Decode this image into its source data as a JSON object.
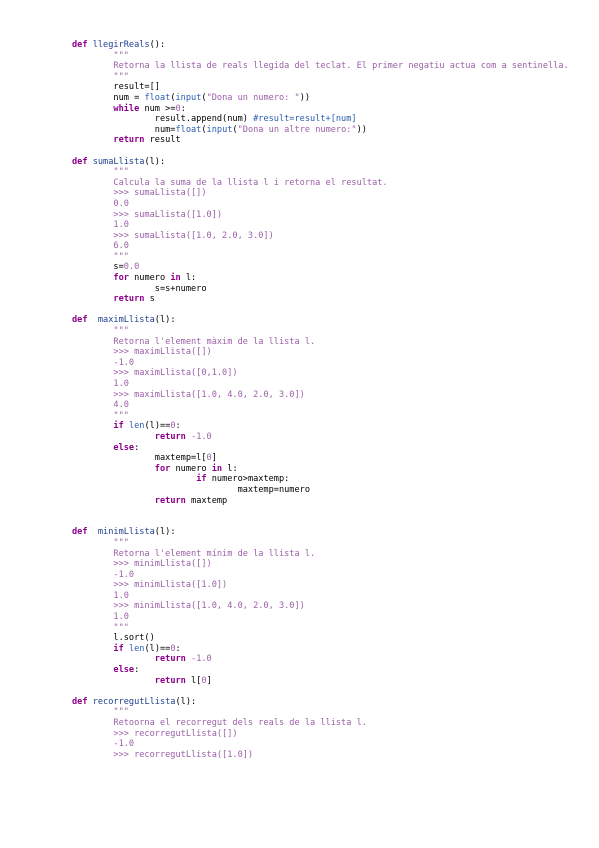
{
  "code_lines": [
    [
      {
        "t": "def ",
        "c": "kw"
      },
      {
        "t": "llegirReals",
        "c": "fn"
      },
      {
        "t": "():",
        "c": "plain"
      }
    ],
    [
      {
        "t": "        \"\"\"",
        "c": "doc"
      }
    ],
    [
      {
        "t": "        Retorna la llista de reals llegida del teclat. El primer negatiu actua com a sentinella.",
        "c": "doc",
        "wrap": true
      }
    ],
    [
      {
        "t": "        \"\"\"",
        "c": "doc"
      }
    ],
    [
      {
        "t": "        result=[]",
        "c": "plain"
      }
    ],
    [
      {
        "t": "        num = ",
        "c": "plain"
      },
      {
        "t": "float",
        "c": "builtin"
      },
      {
        "t": "(",
        "c": "plain"
      },
      {
        "t": "input",
        "c": "builtin"
      },
      {
        "t": "(",
        "c": "plain"
      },
      {
        "t": "\"Dona un numero: \"",
        "c": "str"
      },
      {
        "t": "))",
        "c": "plain"
      }
    ],
    [
      {
        "t": "        ",
        "c": "plain"
      },
      {
        "t": "while",
        "c": "kw"
      },
      {
        "t": " num >=",
        "c": "plain"
      },
      {
        "t": "0",
        "c": "num"
      },
      {
        "t": ":",
        "c": "plain"
      }
    ],
    [
      {
        "t": "                result.append(num) ",
        "c": "plain"
      },
      {
        "t": "#result=result+[num]",
        "c": "cmt"
      }
    ],
    [
      {
        "t": "                num=",
        "c": "plain"
      },
      {
        "t": "float",
        "c": "builtin"
      },
      {
        "t": "(",
        "c": "plain"
      },
      {
        "t": "input",
        "c": "builtin"
      },
      {
        "t": "(",
        "c": "plain"
      },
      {
        "t": "\"Dona un altre numero:\"",
        "c": "str"
      },
      {
        "t": "))",
        "c": "plain"
      }
    ],
    [
      {
        "t": "        ",
        "c": "plain"
      },
      {
        "t": "return",
        "c": "kw"
      },
      {
        "t": " result",
        "c": "plain"
      }
    ],
    [],
    [
      {
        "t": "def ",
        "c": "kw"
      },
      {
        "t": "sumaLlista",
        "c": "fn"
      },
      {
        "t": "(l):",
        "c": "plain"
      }
    ],
    [
      {
        "t": "        \"\"\"",
        "c": "doc"
      }
    ],
    [
      {
        "t": "        Calcula la suma de la llista l i retorna el resultat.",
        "c": "doc"
      }
    ],
    [
      {
        "t": "        >>> sumaLlista([])",
        "c": "doc"
      }
    ],
    [
      {
        "t": "        0.0",
        "c": "doc"
      }
    ],
    [
      {
        "t": "        >>> sumaLlista([1.0])",
        "c": "doc"
      }
    ],
    [
      {
        "t": "        1.0",
        "c": "doc"
      }
    ],
    [
      {
        "t": "        >>> sumaLlista([1.0, 2.0, 3.0])",
        "c": "doc"
      }
    ],
    [
      {
        "t": "        6.0",
        "c": "doc"
      }
    ],
    [
      {
        "t": "        \"\"\"",
        "c": "doc"
      }
    ],
    [
      {
        "t": "        s=",
        "c": "plain"
      },
      {
        "t": "0.0",
        "c": "num"
      }
    ],
    [
      {
        "t": "        ",
        "c": "plain"
      },
      {
        "t": "for",
        "c": "kw"
      },
      {
        "t": " numero ",
        "c": "plain"
      },
      {
        "t": "in",
        "c": "kw"
      },
      {
        "t": " l:",
        "c": "plain"
      }
    ],
    [
      {
        "t": "                s=s+numero",
        "c": "plain"
      }
    ],
    [
      {
        "t": "        ",
        "c": "plain"
      },
      {
        "t": "return",
        "c": "kw"
      },
      {
        "t": " s",
        "c": "plain"
      }
    ],
    [],
    [
      {
        "t": "def  ",
        "c": "kw"
      },
      {
        "t": "maximLlista",
        "c": "fn"
      },
      {
        "t": "(l):",
        "c": "plain"
      }
    ],
    [
      {
        "t": "        \"\"\"",
        "c": "doc"
      }
    ],
    [
      {
        "t": "        Retorna l'element màxim de la llista l.",
        "c": "doc"
      }
    ],
    [
      {
        "t": "        >>> maximLlista([])",
        "c": "doc"
      }
    ],
    [
      {
        "t": "        -1.0",
        "c": "doc"
      }
    ],
    [
      {
        "t": "        >>> maximLlista([0,1.0])",
        "c": "doc"
      }
    ],
    [
      {
        "t": "        1.0",
        "c": "doc"
      }
    ],
    [
      {
        "t": "        >>> maximLlista([1.0, 4.0, 2.0, 3.0])",
        "c": "doc"
      }
    ],
    [
      {
        "t": "        4.0",
        "c": "doc"
      }
    ],
    [
      {
        "t": "        \"\"\"",
        "c": "doc"
      }
    ],
    [
      {
        "t": "        ",
        "c": "plain"
      },
      {
        "t": "if",
        "c": "kw"
      },
      {
        "t": " ",
        "c": "plain"
      },
      {
        "t": "len",
        "c": "builtin"
      },
      {
        "t": "(l)==",
        "c": "plain"
      },
      {
        "t": "0",
        "c": "num"
      },
      {
        "t": ":",
        "c": "plain"
      }
    ],
    [
      {
        "t": "                ",
        "c": "plain"
      },
      {
        "t": "return",
        "c": "kw"
      },
      {
        "t": " ",
        "c": "plain"
      },
      {
        "t": "-1.0",
        "c": "num"
      }
    ],
    [
      {
        "t": "        ",
        "c": "plain"
      },
      {
        "t": "else",
        "c": "kw"
      },
      {
        "t": ":",
        "c": "plain"
      }
    ],
    [
      {
        "t": "                maxtemp=l[",
        "c": "plain"
      },
      {
        "t": "0",
        "c": "num"
      },
      {
        "t": "]",
        "c": "plain"
      }
    ],
    [
      {
        "t": "                ",
        "c": "plain"
      },
      {
        "t": "for",
        "c": "kw"
      },
      {
        "t": " numero ",
        "c": "plain"
      },
      {
        "t": "in",
        "c": "kw"
      },
      {
        "t": " l:",
        "c": "plain"
      }
    ],
    [
      {
        "t": "                        ",
        "c": "plain"
      },
      {
        "t": "if",
        "c": "kw"
      },
      {
        "t": " numero>maxtemp:",
        "c": "plain"
      }
    ],
    [
      {
        "t": "                                maxtemp=numero",
        "c": "plain"
      }
    ],
    [
      {
        "t": "                ",
        "c": "plain"
      },
      {
        "t": "return",
        "c": "kw"
      },
      {
        "t": " maxtemp",
        "c": "plain"
      }
    ],
    [],
    [],
    [
      {
        "t": "def  ",
        "c": "kw"
      },
      {
        "t": "minimLlista",
        "c": "fn"
      },
      {
        "t": "(l):",
        "c": "plain"
      }
    ],
    [
      {
        "t": "        \"\"\"",
        "c": "doc"
      }
    ],
    [
      {
        "t": "        Retorna l'element mínim de la llista l.",
        "c": "doc"
      }
    ],
    [
      {
        "t": "        >>> minimLlista([])",
        "c": "doc"
      }
    ],
    [
      {
        "t": "        -1.0",
        "c": "doc"
      }
    ],
    [
      {
        "t": "        >>> minimLlista([1.0])",
        "c": "doc"
      }
    ],
    [
      {
        "t": "        1.0",
        "c": "doc"
      }
    ],
    [
      {
        "t": "        >>> minimLlista([1.0, 4.0, 2.0, 3.0])",
        "c": "doc"
      }
    ],
    [
      {
        "t": "        1.0",
        "c": "doc"
      }
    ],
    [
      {
        "t": "        \"\"\"",
        "c": "doc"
      }
    ],
    [
      {
        "t": "        l.sort()",
        "c": "plain"
      }
    ],
    [
      {
        "t": "        ",
        "c": "plain"
      },
      {
        "t": "if",
        "c": "kw"
      },
      {
        "t": " ",
        "c": "plain"
      },
      {
        "t": "len",
        "c": "builtin"
      },
      {
        "t": "(l)==",
        "c": "plain"
      },
      {
        "t": "0",
        "c": "num"
      },
      {
        "t": ":",
        "c": "plain"
      }
    ],
    [
      {
        "t": "                ",
        "c": "plain"
      },
      {
        "t": "return",
        "c": "kw"
      },
      {
        "t": " ",
        "c": "plain"
      },
      {
        "t": "-1.0",
        "c": "num"
      }
    ],
    [
      {
        "t": "        ",
        "c": "plain"
      },
      {
        "t": "else",
        "c": "kw"
      },
      {
        "t": ":",
        "c": "plain"
      }
    ],
    [
      {
        "t": "                ",
        "c": "plain"
      },
      {
        "t": "return",
        "c": "kw"
      },
      {
        "t": " l[",
        "c": "plain"
      },
      {
        "t": "0",
        "c": "num"
      },
      {
        "t": "]",
        "c": "plain"
      }
    ],
    [],
    [
      {
        "t": "def ",
        "c": "kw"
      },
      {
        "t": "recorregutLlista",
        "c": "fn"
      },
      {
        "t": "(l):",
        "c": "plain"
      }
    ],
    [
      {
        "t": "        \"\"\"",
        "c": "doc"
      }
    ],
    [
      {
        "t": "        Retoorna el recorregut dels reals de la llista l.",
        "c": "doc"
      }
    ],
    [
      {
        "t": "        >>> recorregutLlista([])",
        "c": "doc"
      }
    ],
    [
      {
        "t": "        -1.0",
        "c": "doc"
      }
    ],
    [
      {
        "t": "        >>> recorregutLlista([1.0])",
        "c": "doc"
      }
    ]
  ],
  "colors": {
    "keyword": "#8b008b",
    "function_name": "#1f3f8f",
    "builtin": "#2a5db0",
    "string_docstring": "#9c5fa8",
    "comment": "#2a5db0",
    "text": "#000000",
    "background": "#ffffff"
  }
}
